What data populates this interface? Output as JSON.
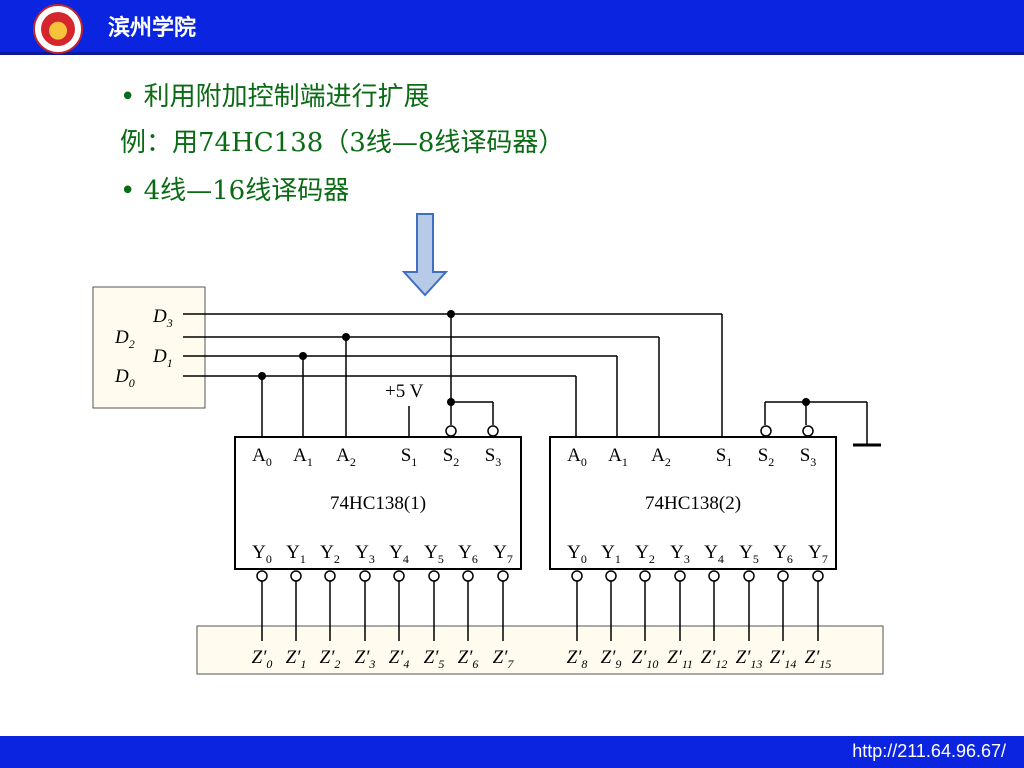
{
  "header": {
    "school_name": "滨州学院",
    "logo_icon": "school-emblem-icon"
  },
  "bullets": [
    "• 利用附加控制端进行扩展",
    "例：用74HC138（3线—8线译码器）",
    "•  4线—16线译码器"
  ],
  "diagram": {
    "inputs": [
      {
        "base": "D",
        "sub": "3"
      },
      {
        "base": "D",
        "sub": "2"
      },
      {
        "base": "D",
        "sub": "1"
      },
      {
        "base": "D",
        "sub": "0"
      }
    ],
    "supply_label": "+5 V",
    "chips": [
      {
        "name": "74HC138(1)"
      },
      {
        "name": "74HC138(2)"
      }
    ],
    "top_pins": [
      {
        "base": "A",
        "sub": "0"
      },
      {
        "base": "A",
        "sub": "1"
      },
      {
        "base": "A",
        "sub": "2"
      },
      {
        "base": "S",
        "sub": "1"
      },
      {
        "base": "S",
        "sub": "2"
      },
      {
        "base": "S",
        "sub": "3"
      }
    ],
    "bottom_pins": [
      {
        "base": "Y",
        "sub": "0"
      },
      {
        "base": "Y",
        "sub": "1"
      },
      {
        "base": "Y",
        "sub": "2"
      },
      {
        "base": "Y",
        "sub": "3"
      },
      {
        "base": "Y",
        "sub": "4"
      },
      {
        "base": "Y",
        "sub": "5"
      },
      {
        "base": "Y",
        "sub": "6"
      },
      {
        "base": "Y",
        "sub": "7"
      }
    ],
    "outputs": [
      {
        "base": "Z′",
        "sub": "0"
      },
      {
        "base": "Z′",
        "sub": "1"
      },
      {
        "base": "Z′",
        "sub": "2"
      },
      {
        "base": "Z′",
        "sub": "3"
      },
      {
        "base": "Z′",
        "sub": "4"
      },
      {
        "base": "Z′",
        "sub": "5"
      },
      {
        "base": "Z′",
        "sub": "6"
      },
      {
        "base": "Z′",
        "sub": "7"
      },
      {
        "base": "Z′",
        "sub": "8"
      },
      {
        "base": "Z′",
        "sub": "9"
      },
      {
        "base": "Z′",
        "sub": "10"
      },
      {
        "base": "Z′",
        "sub": "11"
      },
      {
        "base": "Z′",
        "sub": "12"
      },
      {
        "base": "Z′",
        "sub": "13"
      },
      {
        "base": "Z′",
        "sub": "14"
      },
      {
        "base": "Z′",
        "sub": "15"
      }
    ]
  },
  "footer": {
    "url": "http://211.64.96.67/"
  }
}
